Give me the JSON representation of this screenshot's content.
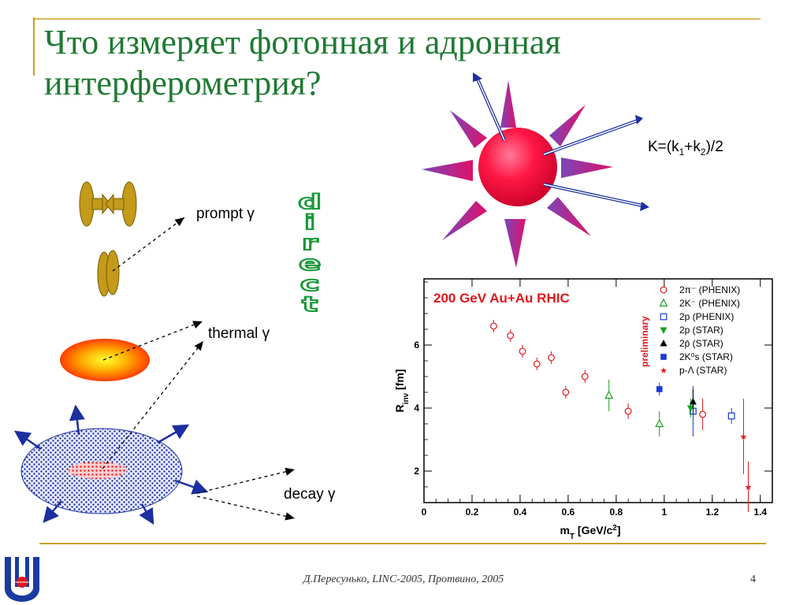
{
  "slide": {
    "title_line1": "Что измеряет фотонная и адронная",
    "title_line2": "интерферометрия?",
    "footer": "Д.Пересунько, LINC-2005, Протвино, 2005",
    "page_number": "4"
  },
  "diagram": {
    "k_formula": {
      "prefix": "K=(k",
      "sub1": "1",
      "plus": "+k",
      "sub2": "2",
      "suffix": ")/2"
    },
    "labels": {
      "prompt": "prompt γ",
      "thermal": "thermal γ",
      "decay": "decay γ"
    },
    "vertical_word": [
      "d",
      "i",
      "r",
      "e",
      "c",
      "t"
    ]
  },
  "colors": {
    "title": "#1f7a33",
    "rule": "#c9a227",
    "star_core": "#ff1744",
    "star_spike_light": "#8a3aa8",
    "star_spike_dark": "#d0105a",
    "arrow": "#1c2fa0",
    "fireball_outer": "#ff3000",
    "fireball_inner": "#ffff30"
  },
  "chart_data": {
    "type": "scatter",
    "title": "200 GeV Au+Au RHIC",
    "annotation": "preliminary",
    "xlabel": "m_T [GeV/c^2]",
    "ylabel": "R_inv [fm]",
    "xlim": [
      0,
      1.45
    ],
    "ylim": [
      1,
      8.1
    ],
    "xticks": [
      "0",
      "0.2",
      "0.4",
      "0.6",
      "0.8",
      "1",
      "1.2",
      "1.4"
    ],
    "yticks": [
      "2",
      "4",
      "6"
    ],
    "legend_placement": "top-right",
    "series": [
      {
        "name": "2π⁻ (PHENIX)",
        "marker": "circle-open",
        "color": "#e0181c",
        "points": [
          [
            0.29,
            6.6
          ],
          [
            0.36,
            6.3
          ],
          [
            0.41,
            5.8
          ],
          [
            0.47,
            5.4
          ],
          [
            0.53,
            5.6
          ],
          [
            0.59,
            4.5
          ],
          [
            0.67,
            5.0
          ],
          [
            0.85,
            3.9
          ],
          [
            1.16,
            3.8
          ]
        ],
        "errors": [
          0.2,
          0.2,
          0.2,
          0.2,
          0.2,
          0.2,
          0.2,
          0.25,
          0.5
        ]
      },
      {
        "name": "2K⁻ (PHENIX)",
        "marker": "triangle-open",
        "color": "#16a020",
        "points": [
          [
            0.77,
            4.4
          ],
          [
            0.98,
            3.5
          ]
        ],
        "errors": [
          0.5,
          0.4
        ]
      },
      {
        "name": "2p (PHENIX)",
        "marker": "square-open",
        "color": "#1a3ad0",
        "points": [
          [
            1.12,
            3.9
          ],
          [
            1.28,
            3.75
          ]
        ],
        "errors": [
          0.8,
          0.25
        ]
      },
      {
        "name": "2p (STAR)",
        "marker": "triangle-down-filled",
        "color": "#16a020",
        "points": [
          [
            1.11,
            4.0
          ]
        ],
        "errors": [
          0.3
        ]
      },
      {
        "name": "2p̄ (STAR)",
        "marker": "triangle-filled",
        "color": "#000000",
        "points": [
          [
            1.12,
            4.2
          ]
        ],
        "errors": [
          0.4
        ]
      },
      {
        "name": "2K⁰s (STAR)",
        "marker": "square-filled",
        "color": "#1a3ad0",
        "points": [
          [
            0.98,
            4.6
          ]
        ],
        "errors": [
          0.2
        ]
      },
      {
        "name": "p-Λ (STAR)",
        "marker": "star",
        "color": "#e0181c",
        "points": [
          [
            1.33,
            3.1
          ],
          [
            1.35,
            1.5
          ]
        ],
        "errors": [
          1.2,
          0.8
        ]
      }
    ]
  }
}
